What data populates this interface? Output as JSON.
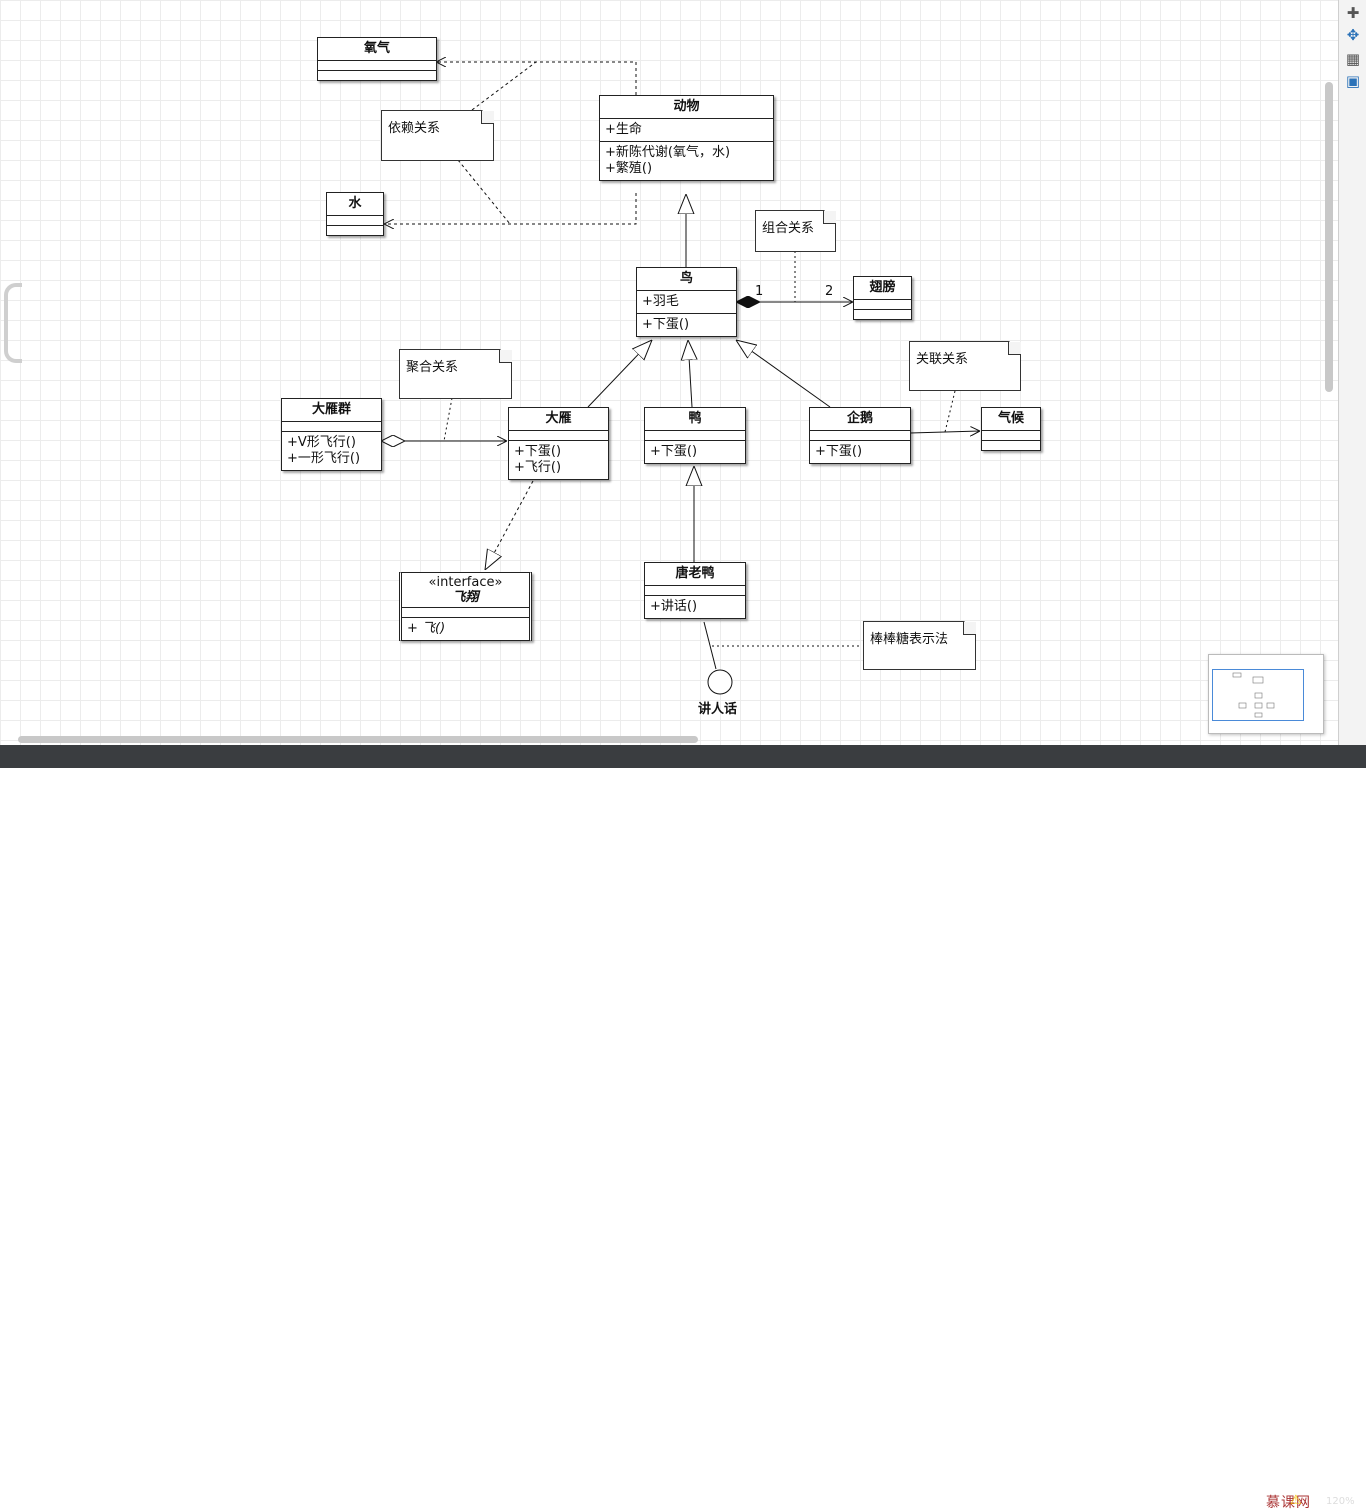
{
  "classes": {
    "oxygen": {
      "name": "氧气"
    },
    "water": {
      "name": "水"
    },
    "animal": {
      "name": "动物",
      "attr": "+生命",
      "ops": [
        "+新陈代谢(氧气，水)",
        "+繁殖()"
      ]
    },
    "bird": {
      "name": "鸟",
      "attr": "+羽毛",
      "ops": [
        "+下蛋()"
      ]
    },
    "wing": {
      "name": "翅膀"
    },
    "goose_group": {
      "name": "大雁群",
      "ops": [
        "+V形飞行()",
        "+一形飞行()"
      ]
    },
    "goose": {
      "name": "大雁",
      "ops": [
        "+下蛋()",
        "+飞行()"
      ]
    },
    "duck": {
      "name": "鸭",
      "ops": [
        "+下蛋()"
      ]
    },
    "penguin": {
      "name": "企鹅",
      "ops": [
        "+下蛋()"
      ]
    },
    "climate": {
      "name": "气候"
    },
    "donald": {
      "name": "唐老鸭",
      "ops": [
        "+讲话()"
      ]
    },
    "fly": {
      "stereotype": "«interface»",
      "name": "飞翔",
      "ops": [
        "+ 飞()"
      ]
    }
  },
  "notes": {
    "dependency": "依赖关系",
    "composition": "组合关系",
    "aggregation": "聚合关系",
    "association": "关联关系",
    "lollipop": "棒棒糖表示法"
  },
  "multiplicity": {
    "left": "1",
    "right": "2"
  },
  "lollipop_label": "讲人话",
  "status": {
    "zoom": "120%",
    "watermark": "慕课网"
  },
  "colors": {
    "accent": "#2b72b8",
    "bottom_bar": "#3a3d40"
  },
  "icons": {
    "toolbar": [
      "puzzle-icon",
      "move-icon",
      "layout-icon",
      "gift-icon"
    ],
    "status": "warning-icon"
  }
}
